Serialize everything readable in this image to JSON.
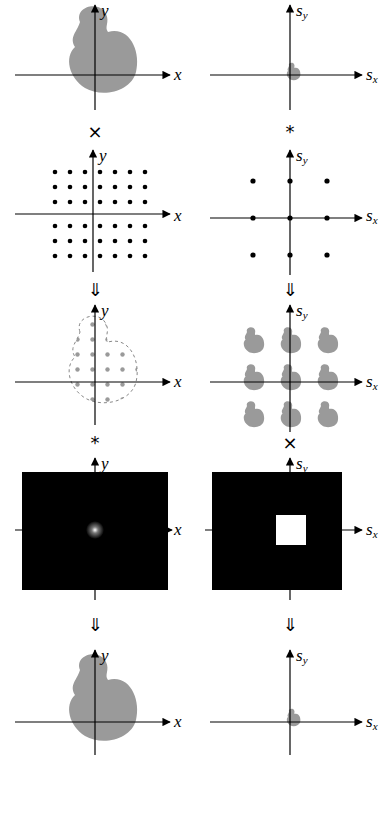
{
  "diagram": {
    "labels": [
      "y",
      "x",
      "sy",
      "sx",
      "×",
      "*",
      "y",
      "x",
      "sy",
      "sx",
      "⇓",
      "⇓",
      "y",
      "x",
      "sy",
      "sx",
      "*",
      "×",
      "y",
      "x",
      "sy",
      "sx",
      "⇓",
      "⇓",
      "y",
      "x",
      "sy",
      "sx"
    ]
  }
}
